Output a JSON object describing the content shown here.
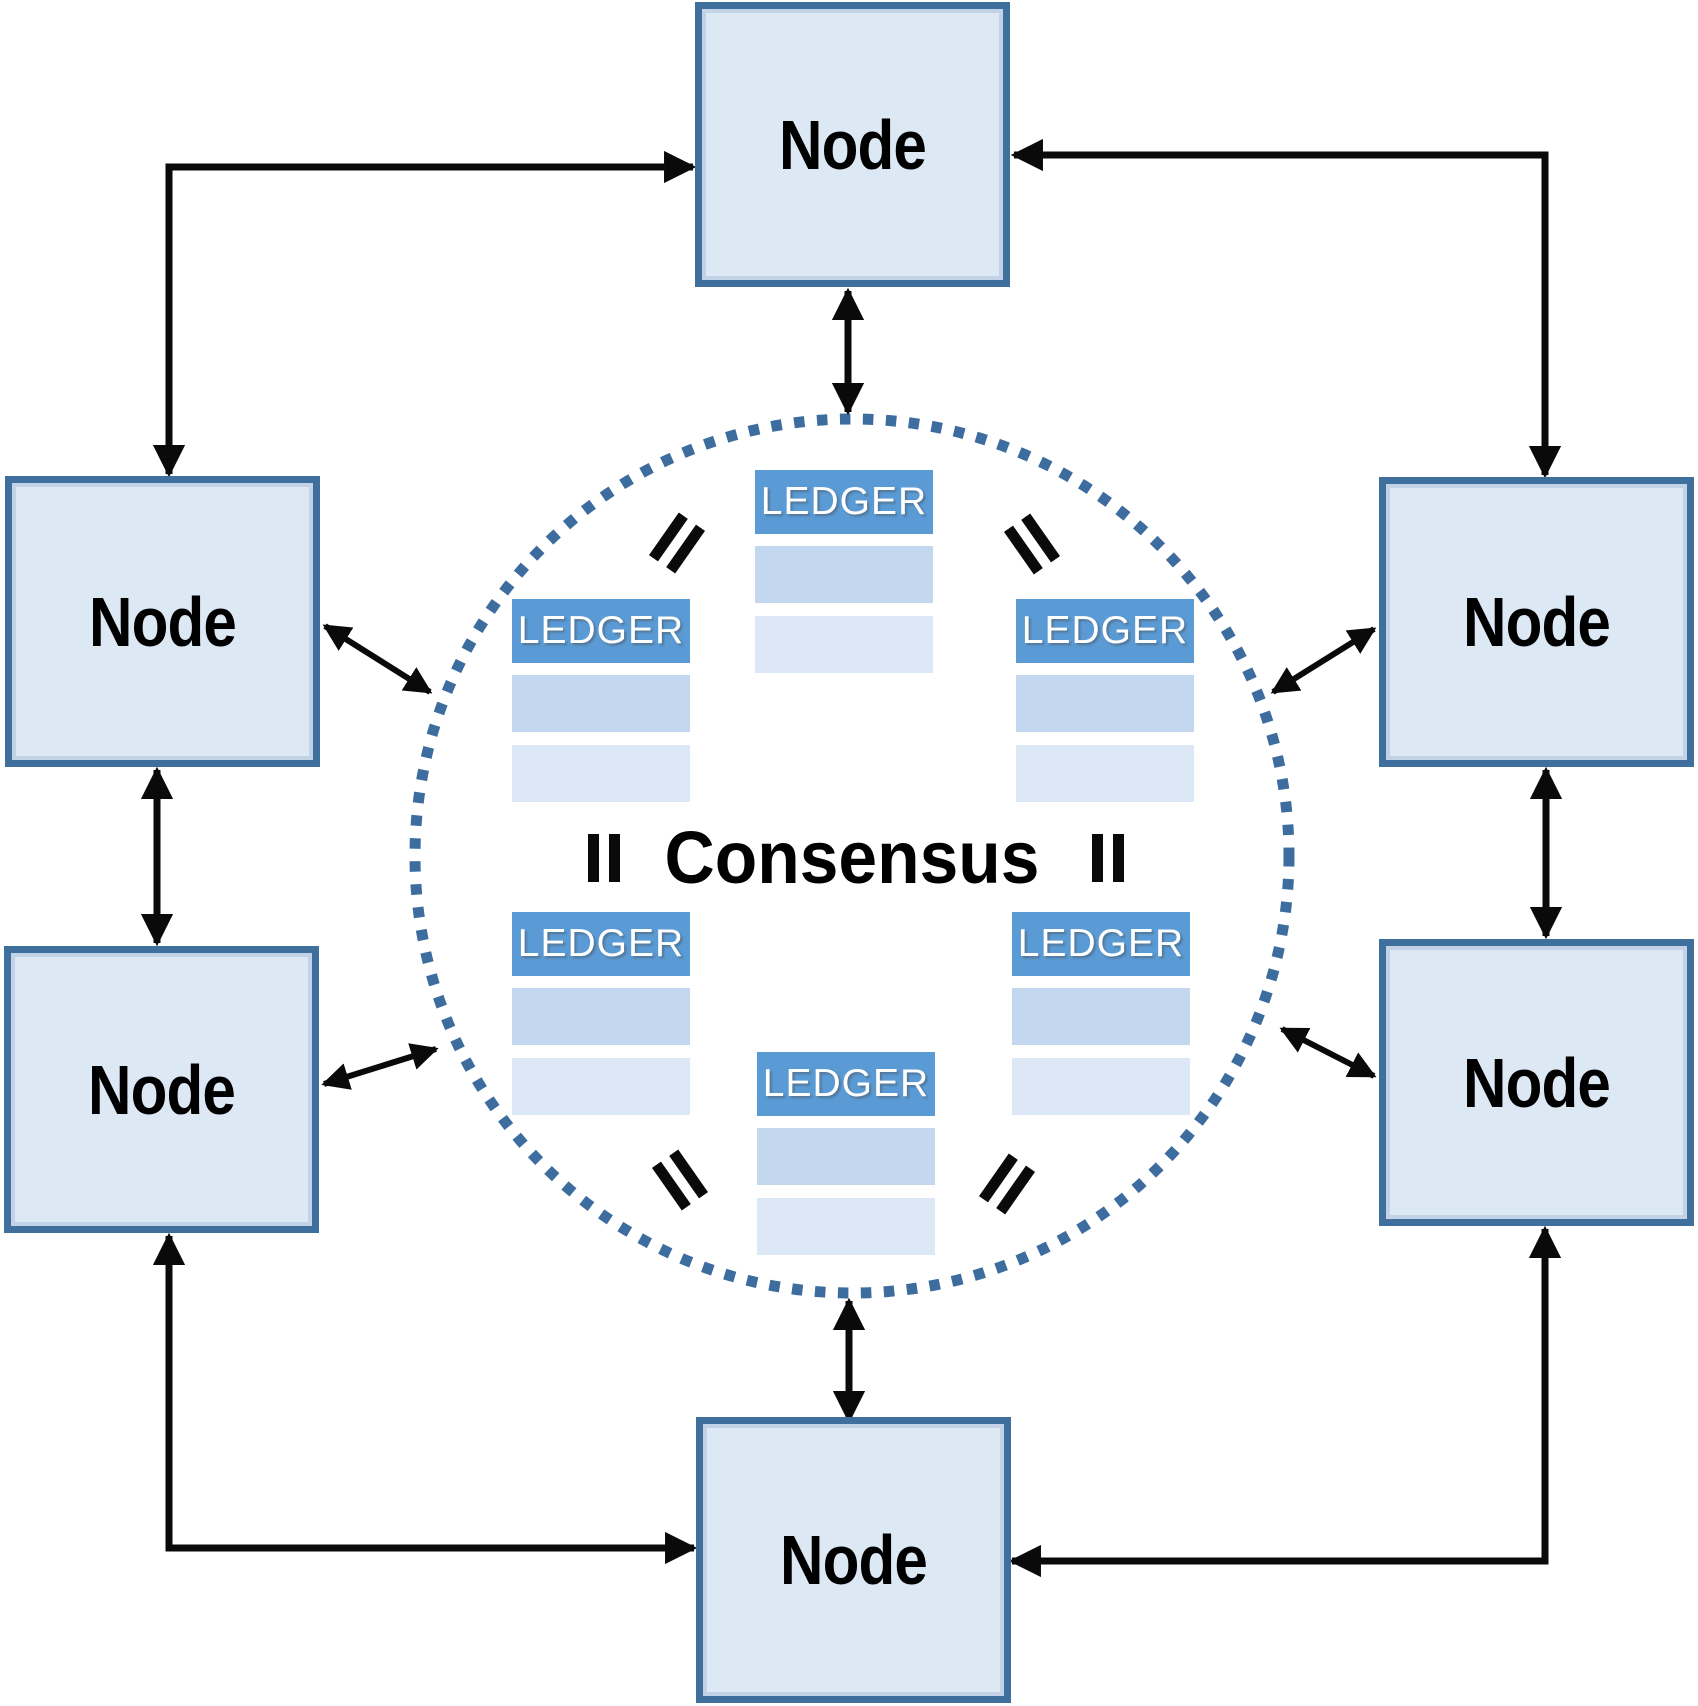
{
  "diagram": {
    "type": "distributed-ledger-consensus-network",
    "consensus_label": "Consensus",
    "node_count": 6,
    "ledger_count": 6,
    "equals_symbol": "=",
    "nodes": [
      {
        "position": "top",
        "label": "Node"
      },
      {
        "position": "left-upper",
        "label": "Node"
      },
      {
        "position": "right-upper",
        "label": "Node"
      },
      {
        "position": "left-lower",
        "label": "Node"
      },
      {
        "position": "right-lower",
        "label": "Node"
      },
      {
        "position": "bottom",
        "label": "Node"
      }
    ],
    "ledgers": [
      {
        "position": "top-center",
        "title": "LEDGER",
        "blank_rows": 2
      },
      {
        "position": "middle-left",
        "title": "LEDGER",
        "blank_rows": 2
      },
      {
        "position": "middle-right",
        "title": "LEDGER",
        "blank_rows": 2
      },
      {
        "position": "lower-left",
        "title": "LEDGER",
        "blank_rows": 2
      },
      {
        "position": "lower-right",
        "title": "LEDGER",
        "blank_rows": 2
      },
      {
        "position": "bottom-center",
        "title": "LEDGER",
        "blank_rows": 2
      }
    ],
    "connections": {
      "style": "double-headed-arrows",
      "node_to_node": 6,
      "node_to_consensus_circle": 6
    },
    "colors": {
      "node_fill": "#dde8f5",
      "node_border": "#3f6f9d",
      "ledger_header": "#5b9bd5",
      "ledger_row_medium": "#c3d8ee",
      "ledger_row_light": "#dce8f5",
      "circle_dots": "#3d6d9f",
      "arrow": "#0a0a0a",
      "text": "#000000"
    }
  }
}
